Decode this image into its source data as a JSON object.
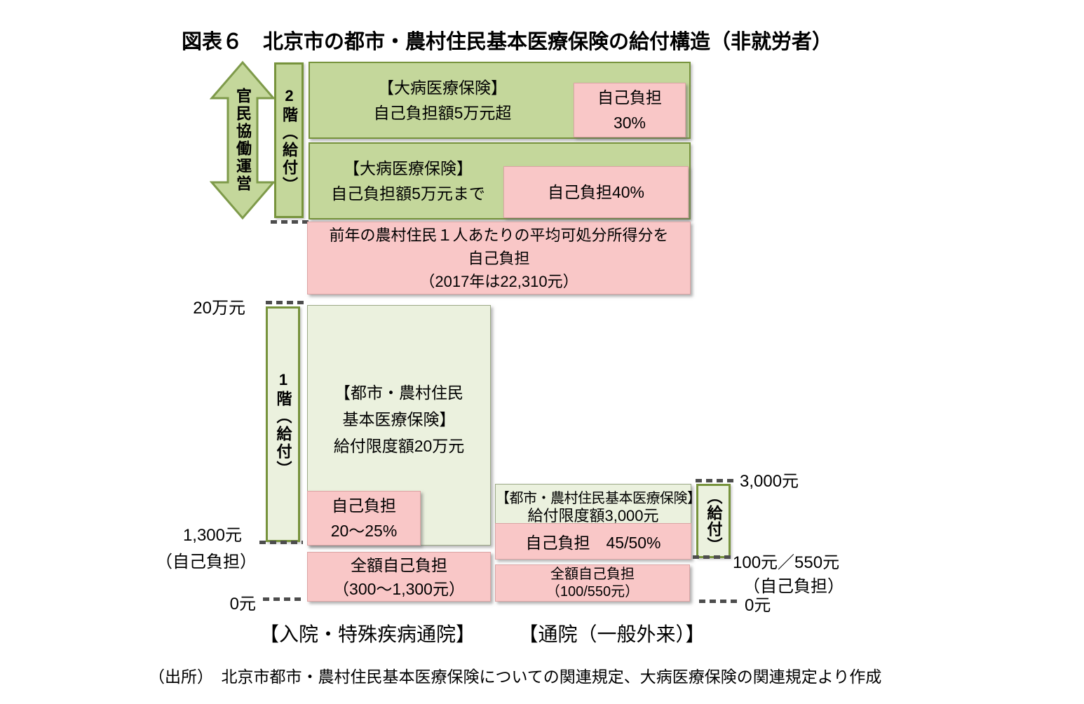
{
  "title": "図表６　北京市の都市・農村住民基本医療保険の給付構造（非就労者）",
  "source": "（出所）　北京市都市・農村住民基本医療保険についての関連規定、大病医療保険の関連規定より作成",
  "arrow": {
    "label": "官民協働運営"
  },
  "tier2": {
    "number": "2",
    "suffix": "階（給付）",
    "catastrophic_over": {
      "line1": "【大病医療保険】",
      "line2": "自己負担額5万元超",
      "copay_line1": "自己負担",
      "copay_line2": "30%"
    },
    "catastrophic_upto": {
      "line1": "【大病医療保険】",
      "line2": "自己負担額5万元まで",
      "copay": "自己負担40%"
    },
    "deductible": {
      "line1": "前年の農村住民１人あたりの平均可処分所得分を",
      "line2": "自己負担",
      "line3": "（2017年は22,310元）"
    }
  },
  "tier1": {
    "number": "1",
    "suffix": "階（給付）",
    "main": {
      "line1": "【都市・農村住民",
      "line2": "基本医療保険】",
      "line3": "給付限度額20万元"
    },
    "copay": {
      "line1": "自己負担",
      "line2": "20～25%"
    },
    "full_copay": {
      "line1": "全額自己負担",
      "line2": "（300～1,300元）"
    }
  },
  "outpatient": {
    "main": {
      "line1": "【都市・農村住民基本医療保険】",
      "line2": "給付限度額3,000元",
      "copay": "自己負担　45/50%"
    },
    "full_copay": {
      "line1": "全額自己負担",
      "line2": "（100/550元）"
    },
    "benefit_label": "（給付）"
  },
  "axis_left": {
    "top": "20万元",
    "mid": "1,300元",
    "mid_note": "（自己負担）",
    "bottom": "0元"
  },
  "axis_right": {
    "top": "3,000元",
    "mid": "100元／550元",
    "mid_note": "（自己負担）",
    "bottom": "0元"
  },
  "categories": {
    "inpatient": "【入院・特殊疾病通院】",
    "outpatient": "【通院（一般外来）】"
  },
  "colors": {
    "green_fill": "#c4d79b",
    "green_border": "#77933c",
    "pale_fill": "#ebf1de",
    "pink_fill": "#f9c7c7",
    "dash": "#4d4d4d"
  }
}
